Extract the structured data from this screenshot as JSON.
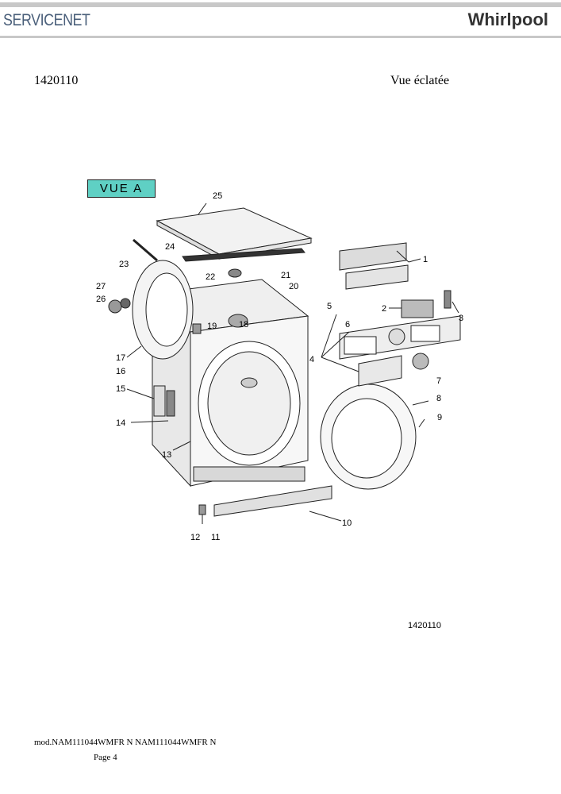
{
  "header": {
    "brand_left": "SERVICENET",
    "brand_right": "Whirlpool"
  },
  "document": {
    "number": "1420110",
    "view_title": "Vue éclatée",
    "view_label": "VUE A",
    "part_code": "1420110"
  },
  "diagram": {
    "labels": [
      "1",
      "2",
      "3",
      "4",
      "5",
      "6",
      "7",
      "8",
      "9",
      "10",
      "11",
      "12",
      "13",
      "14",
      "15",
      "16",
      "17",
      "18",
      "19",
      "20",
      "21",
      "22",
      "23",
      "24",
      "25",
      "26",
      "27"
    ]
  },
  "footer": {
    "model": "mod.NAM111044WMFR N NAM111044WMFR N",
    "page": "Page 4"
  }
}
